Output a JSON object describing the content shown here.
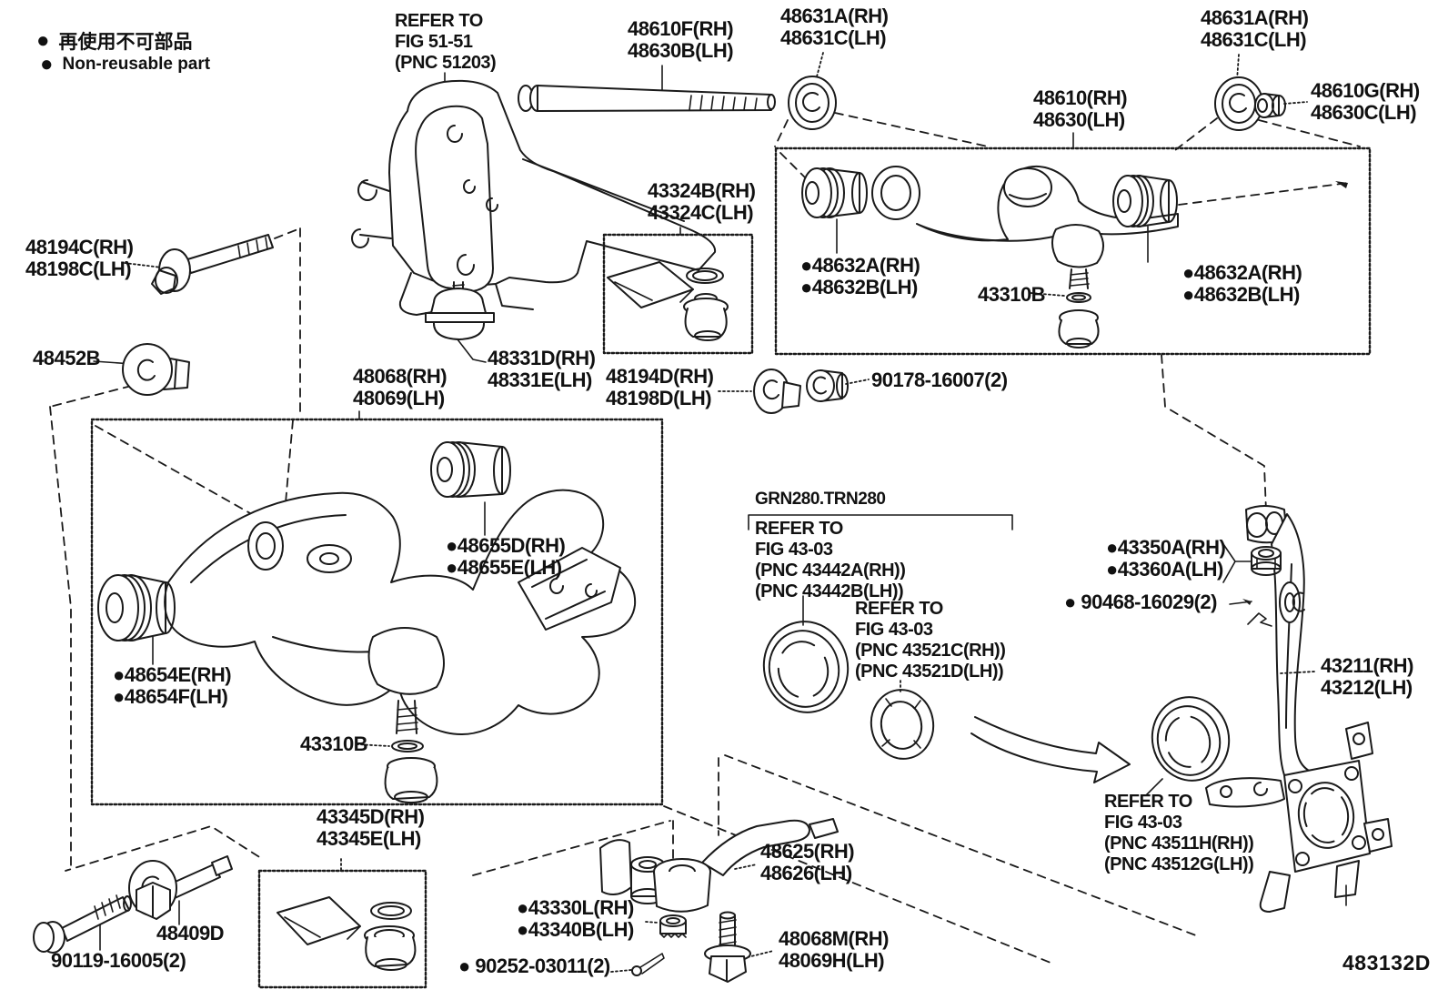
{
  "doc": {
    "number": "483132D"
  },
  "legend": {
    "bullet": "●",
    "jp": "再使用不可部品",
    "en": "Non-reusable part"
  },
  "colors": {
    "line": "#1a1a1a",
    "background": "#ffffff"
  },
  "labels": {
    "refer_5151": {
      "lines": [
        "REFER TO",
        "FIG 51-51",
        "(PNC 51203)"
      ]
    },
    "p48610f": {
      "lines": [
        "48610F(RH)",
        "48630B(LH)"
      ]
    },
    "p48631a_left": {
      "lines": [
        "48631A(RH)",
        "48631C(LH)"
      ]
    },
    "p48631a_right": {
      "lines": [
        "48631A(RH)",
        "48631C(LH)"
      ]
    },
    "p48610g": {
      "lines": [
        "48610G(RH)",
        "48630C(LH)"
      ]
    },
    "p48610": {
      "lines": [
        "48610(RH)",
        "48630(LH)"
      ]
    },
    "p43324b": {
      "lines": [
        "43324B(RH)",
        "43324C(LH)"
      ]
    },
    "p48632a_left": {
      "lines": [
        "●48632A(RH)",
        "●48632B(LH)"
      ]
    },
    "p43310b_upper": {
      "lines": [
        "43310B"
      ]
    },
    "p48632a_right": {
      "lines": [
        "●48632A(RH)",
        "●48632B(LH)"
      ]
    },
    "p48194c": {
      "lines": [
        "48194C(RH)",
        "48198C(LH)"
      ]
    },
    "p48452b": {
      "lines": [
        "48452B"
      ]
    },
    "p48331d": {
      "lines": [
        "48331D(RH)",
        "48331E(LH)"
      ]
    },
    "p48068": {
      "lines": [
        "48068(RH)",
        "48069(LH)"
      ]
    },
    "p48194d": {
      "lines": [
        "48194D(RH)",
        "48198D(LH)"
      ]
    },
    "p90178": {
      "lines": [
        "90178-16007(2)"
      ]
    },
    "p48655d": {
      "lines": [
        "●48655D(RH)",
        "●48655E(LH)"
      ]
    },
    "p48654e": {
      "lines": [
        "●48654E(RH)",
        "●48654F(LH)"
      ]
    },
    "p43310b_lower": {
      "lines": [
        "43310B"
      ]
    },
    "grn280": {
      "lines": [
        "GRN280.TRN280"
      ]
    },
    "refer_43442": {
      "lines": [
        "REFER TO",
        "FIG 43-03",
        "(PNC 43442A(RH))",
        "(PNC 43442B(LH))"
      ]
    },
    "refer_43521": {
      "lines": [
        "REFER TO",
        "FIG 43-03",
        "(PNC 43521C(RH))",
        "(PNC 43521D(LH))"
      ]
    },
    "p43350a": {
      "lines": [
        "●43350A(RH)",
        "●43360A(LH)"
      ]
    },
    "p90468": {
      "lines": [
        "● 90468-16029(2)"
      ]
    },
    "p43211": {
      "lines": [
        "43211(RH)",
        "43212(LH)"
      ]
    },
    "refer_43511": {
      "lines": [
        "REFER TO",
        "FIG 43-03",
        "(PNC 43511H(RH))",
        "(PNC 43512G(LH))"
      ]
    },
    "p43345d": {
      "lines": [
        "43345D(RH)",
        "43345E(LH)"
      ]
    },
    "p48409d": {
      "lines": [
        "48409D"
      ]
    },
    "p90119": {
      "lines": [
        "90119-16005(2)"
      ]
    },
    "p43330l": {
      "lines": [
        "●43330L(RH)",
        "●43340B(LH)"
      ]
    },
    "p90252": {
      "lines": [
        "● 90252-03011(2)"
      ]
    },
    "p48625": {
      "lines": [
        "48625(RH)",
        "48626(LH)"
      ]
    },
    "p48068m": {
      "lines": [
        "48068M(RH)",
        "48069H(LH)"
      ]
    }
  }
}
